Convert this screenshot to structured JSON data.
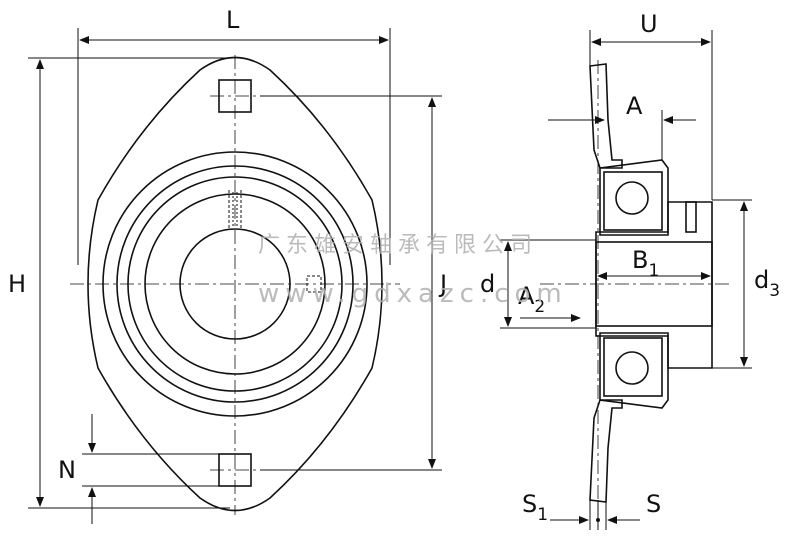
{
  "labels": {
    "L": "L",
    "H": "H",
    "J": "J",
    "N": "N",
    "d": "d",
    "U": "U",
    "A": "A",
    "A2_main": "A",
    "A2_sub": "2",
    "B1_main": "B",
    "B1_sub": "1",
    "d3_main": "d",
    "d3_sub": "3",
    "S": "S",
    "S1_main": "S",
    "S1_sub": "1"
  },
  "watermark": {
    "company": "广东雄安轴承有限公司",
    "url": "www.gdxazc.com"
  }
}
